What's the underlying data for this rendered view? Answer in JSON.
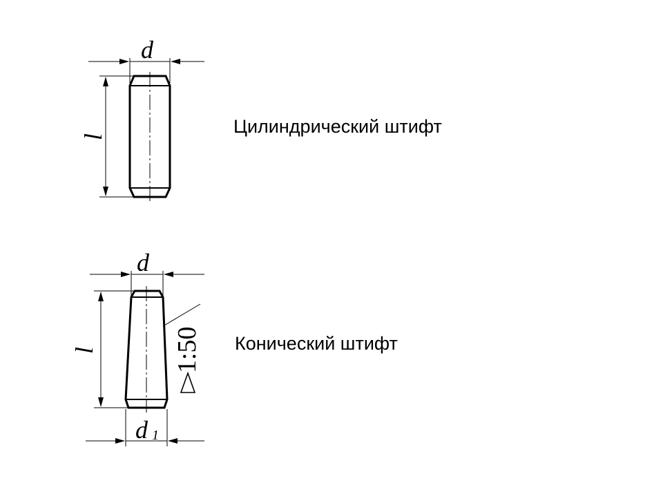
{
  "slide": {
    "captions": {
      "cylindrical": "Цилиндрический штифт",
      "conical": "Конический штифт"
    },
    "cylindrical_pin": {
      "diameter_label": "d",
      "length_label": "l"
    },
    "conical_pin": {
      "top_diameter_label": "d",
      "length_label": "l",
      "bottom_diameter_label": "d",
      "bottom_diameter_subscript": "1",
      "taper_label": "1:50"
    },
    "colors": {
      "line": "#000000",
      "background": "#ffffff"
    }
  }
}
